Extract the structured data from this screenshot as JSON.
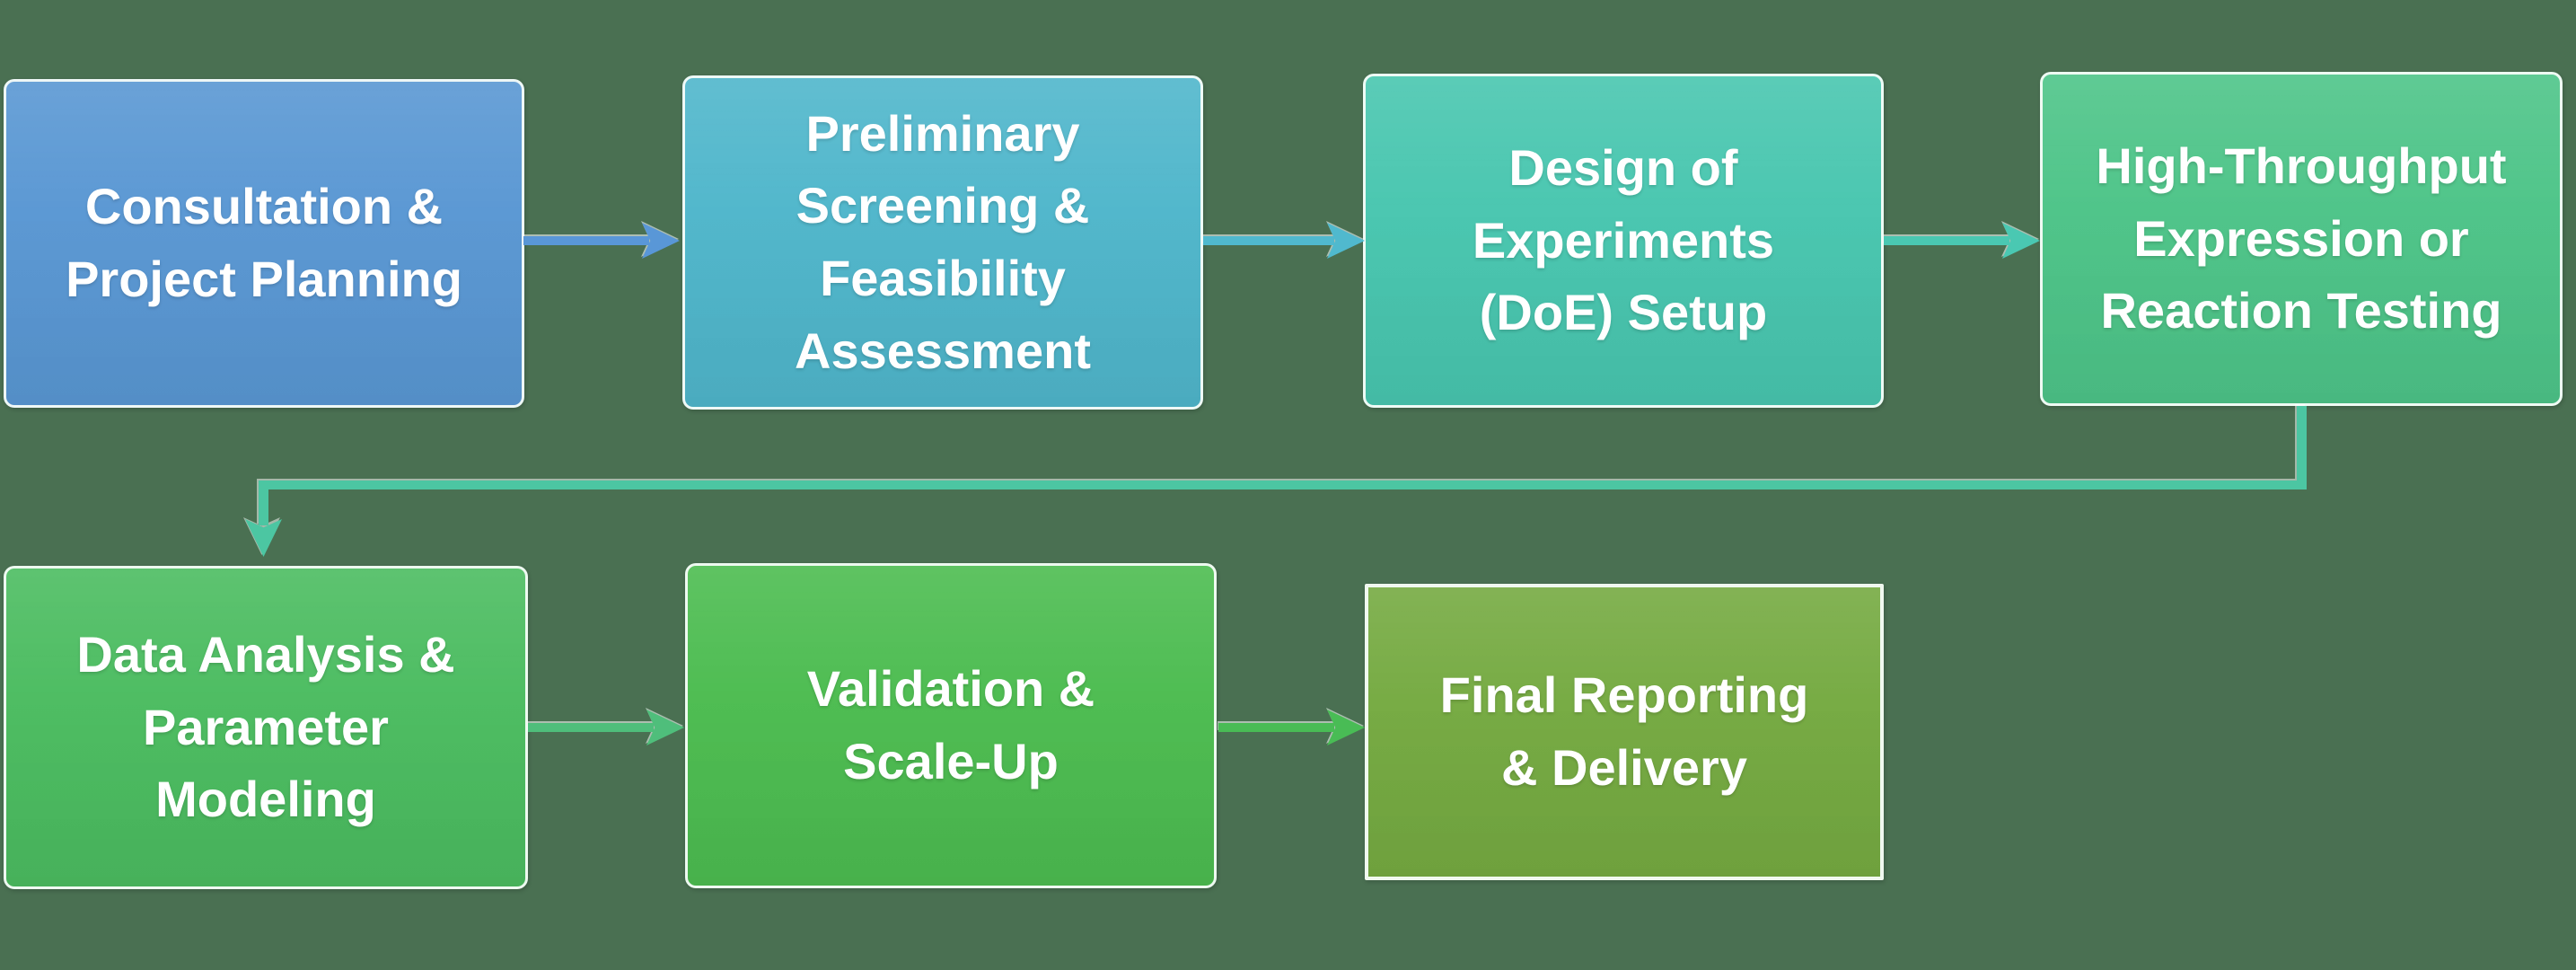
{
  "diagram": {
    "type": "process-flowchart",
    "background_color": "#4A7052",
    "text_color": "#FFFFFF",
    "boxes": [
      {
        "id": 1,
        "label": "Consultation &\nProject Planning",
        "color": "#5997D3"
      },
      {
        "id": 2,
        "label": "Preliminary\nScreening &\nFeasibility\nAssessment",
        "color": "#4FB6CB"
      },
      {
        "id": 3,
        "label": "Design of\nExperiments\n(DoE) Setup",
        "color": "#48C6AF"
      },
      {
        "id": 4,
        "label": "High-Throughput\nExpression or\nReaction Testing",
        "color": "#4DC488"
      },
      {
        "id": 5,
        "label": "Data Analysis &\nParameter\nModeling",
        "color": "#4BBC60"
      },
      {
        "id": 6,
        "label": "Validation &\nScale-Up",
        "color": "#4CBC50"
      },
      {
        "id": 7,
        "label": "Final Reporting\n& Delivery",
        "color": "#75AA41"
      }
    ],
    "connectors": [
      {
        "from": 1,
        "to": 2,
        "style": "straight-right",
        "color": "#5997D7"
      },
      {
        "from": 2,
        "to": 3,
        "style": "straight-right",
        "color": "#50B9CE"
      },
      {
        "from": 3,
        "to": 4,
        "style": "straight-right",
        "color": "#4AC8B2"
      },
      {
        "from": 4,
        "to": 5,
        "style": "elbow-down-left-down",
        "color": "#4CC6A2"
      },
      {
        "from": 5,
        "to": 6,
        "style": "straight-right",
        "color": "#4FBE7B"
      },
      {
        "from": 6,
        "to": 7,
        "style": "straight-right",
        "color": "#49BC55"
      }
    ]
  }
}
